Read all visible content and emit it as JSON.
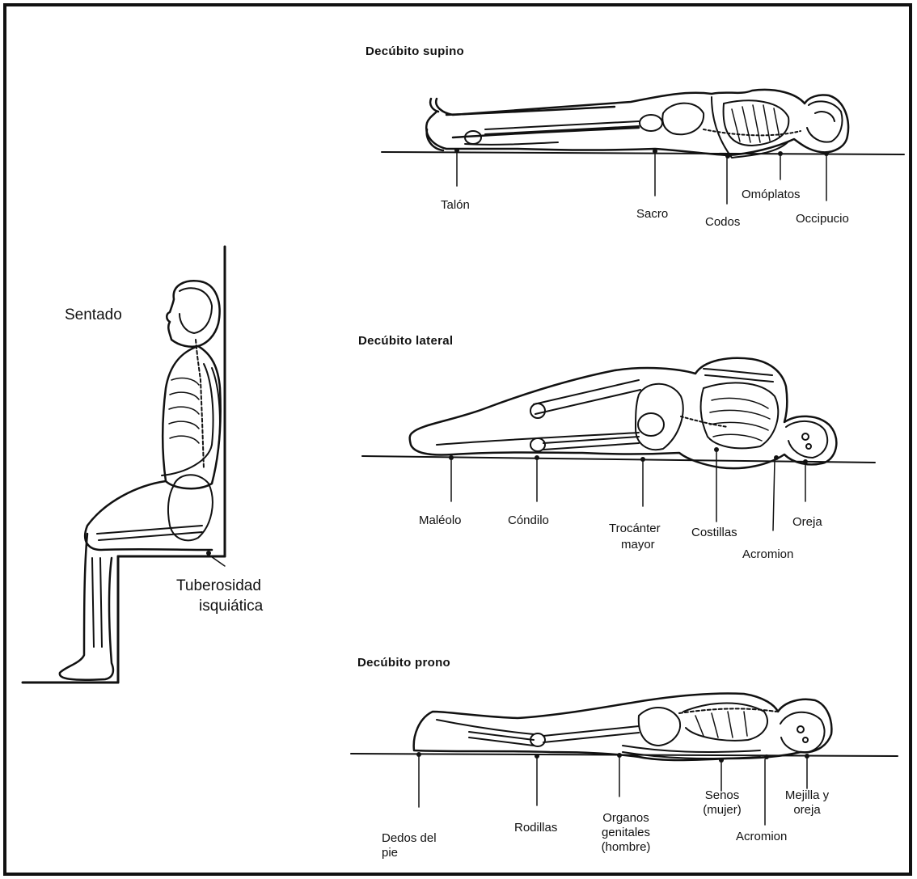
{
  "sections": {
    "supino": {
      "title": "Decúbito supino",
      "points": {
        "talon": "Talón",
        "sacro": "Sacro",
        "codos": "Codos",
        "omoplatos": "Omóplatos",
        "occipucio": "Occipucio"
      }
    },
    "sentado": {
      "title": "Sentado",
      "points": {
        "tuberosidad_1": "Tuberosidad",
        "tuberosidad_2": "isquiática"
      }
    },
    "lateral": {
      "title": "Decúbito lateral",
      "points": {
        "maleolo": "Maléolo",
        "condilo": "Cóndilo",
        "trocanter_1": "Trocánter",
        "trocanter_2": "mayor",
        "costillas": "Costillas",
        "acromion": "Acromion",
        "oreja": "Oreja"
      }
    },
    "prono": {
      "title": "Decúbito prono",
      "points": {
        "dedos_1": "Dedos del",
        "dedos_2": "pie",
        "rodillas": "Rodillas",
        "organos_1": "Organos",
        "organos_2": "genitales",
        "organos_3": "(hombre)",
        "senos_1": "Senos",
        "senos_2": "(mujer)",
        "acromion": "Acromion",
        "mejilla_1": "Mejilla y",
        "mejilla_2": "oreja"
      }
    }
  }
}
